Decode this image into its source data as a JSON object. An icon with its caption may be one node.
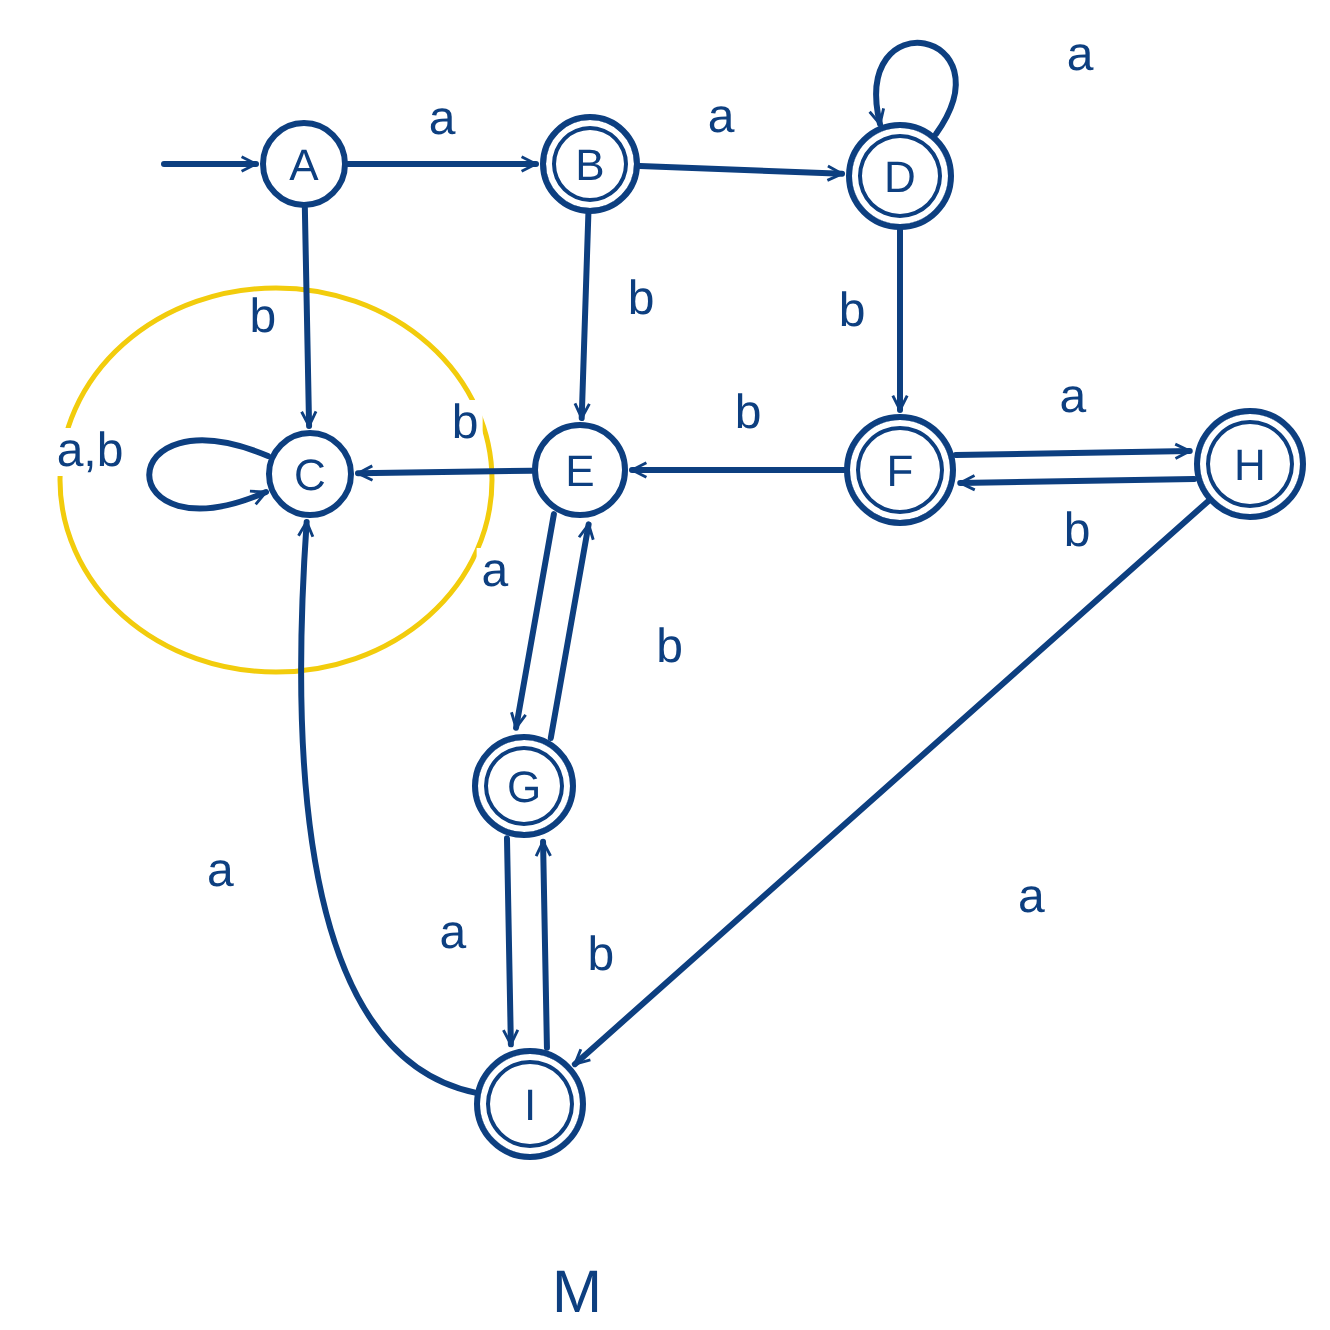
{
  "diagram": {
    "nodes": [
      {
        "text": [
          "A"
        ]
      },
      {
        "text": [
          "B"
        ]
      },
      {
        "text": [
          "D"
        ]
      },
      {
        "text": [
          "C"
        ]
      },
      {
        "text": [
          "E"
        ]
      },
      {
        "text": [
          "F"
        ]
      },
      {
        "text": [
          "H"
        ]
      },
      {
        "text": [
          "G"
        ]
      },
      {
        "text": [
          "I"
        ]
      }
    ],
    "edges": [
      {
        "from": null,
        "to": 0,
        "arrow": "to"
      },
      {
        "from": 0,
        "to": 1,
        "arrow": "to",
        "label": "a"
      },
      {
        "from": 1,
        "to": 2,
        "arrow": "to",
        "label": "a"
      },
      {
        "from": 2,
        "to": 2,
        "arrow": "to",
        "label": "a"
      },
      {
        "from": 0,
        "to": 3,
        "arrow": "to",
        "label": "b"
      },
      {
        "from": 1,
        "to": 4,
        "arrow": "to",
        "label": "b"
      },
      {
        "from": 2,
        "to": 5,
        "arrow": "to",
        "label": "b"
      },
      {
        "from": 3,
        "to": 3,
        "arrow": "to",
        "label": "a,b"
      },
      {
        "from": 4,
        "to": 3,
        "arrow": "to",
        "label": "b"
      },
      {
        "from": 5,
        "to": 4,
        "arrow": "to",
        "label": "b"
      },
      {
        "from": 5,
        "to": 6,
        "arrow": "to",
        "label": "a"
      },
      {
        "from": 6,
        "to": 5,
        "arrow": "to",
        "label": "b"
      },
      {
        "from": 4,
        "to": 7,
        "arrow": "to",
        "label": "a"
      },
      {
        "from": 7,
        "to": 4,
        "arrow": "to",
        "label": "b"
      },
      {
        "from": 7,
        "to": 8,
        "arrow": "to",
        "label": "a"
      },
      {
        "from": 8,
        "to": 7,
        "arrow": "to",
        "label": "b"
      },
      {
        "from": 6,
        "to": 8,
        "arrow": "to",
        "label": "a"
      },
      {
        "from": 8,
        "to": 3,
        "arrow": "to",
        "label": "a"
      }
    ],
    "labels": [
      "M"
    ]
  }
}
